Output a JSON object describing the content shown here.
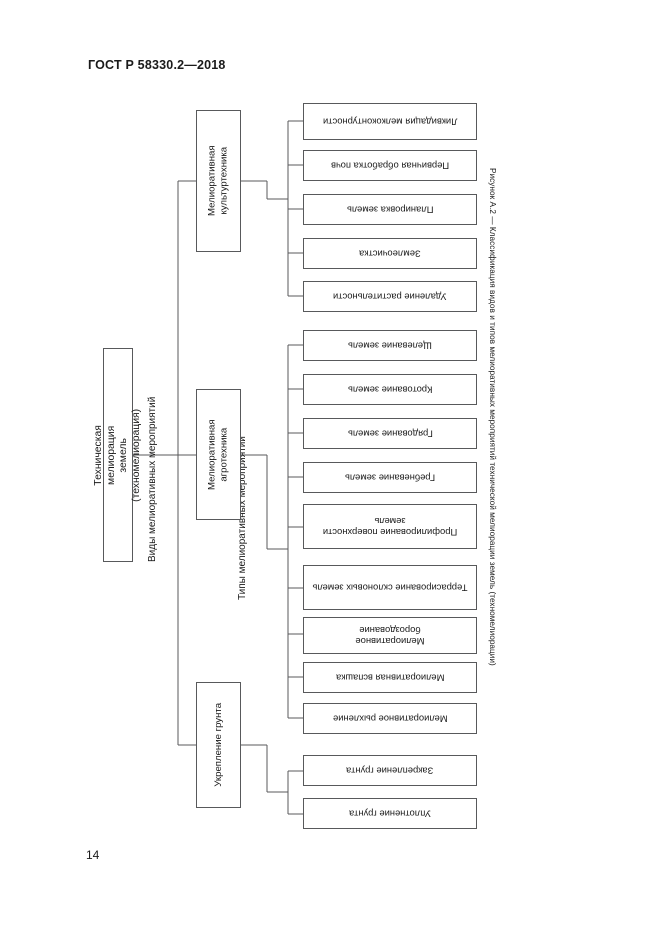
{
  "document": {
    "standard_header": "ГОСТ Р 58330.2—2018",
    "page_number": "14",
    "figure_caption": "Рисунок А.2 — Классификация видов и типов мелиоративных мероприятий технической мелиорации земель (техномелиорации)"
  },
  "diagram": {
    "root": {
      "label": "Техническая мелиорация земель (техномелиорация)"
    },
    "axis_labels": {
      "kinds": "Виды мелиоративных мероприятий",
      "types": "Типы мелиоративных мероприятий"
    },
    "branches": [
      {
        "label": "Мелиоративная культуртехника",
        "leaves": [
          "Ликвидация мелкоконтурности",
          "Первичная обработка почв",
          "Планировка земель",
          "Землеочистка",
          "Удаление растительности"
        ]
      },
      {
        "label": "Мелиоративная агротехника",
        "leaves": [
          "Щелевание земель",
          "Кротование земель",
          "Грядование земель",
          "Гребневание земель",
          "Профилирование поверхности земель",
          "Террасирование склоновых земель",
          "Мелиоративное бороздование",
          "Мелиоративная вспашка",
          "Мелиоративное рыхление"
        ]
      },
      {
        "label": "Укрепление грунта",
        "leaves": [
          "Закрепление грунта",
          "Уплотнение грунта"
        ]
      }
    ]
  },
  "colors": {
    "stroke": "#58595b",
    "text": "#1a1a1a",
    "background": "#ffffff"
  }
}
